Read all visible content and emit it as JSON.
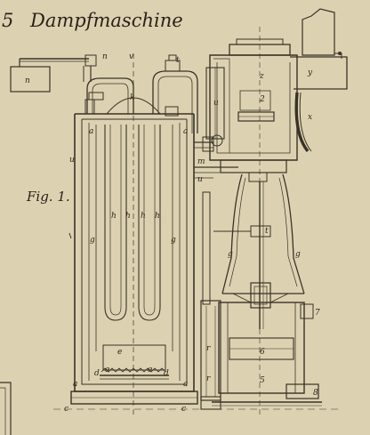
{
  "title_prefix": "5",
  "title": "Dampfmaschine",
  "figure_label": "Fig. 1.",
  "labels": {
    "n": "n",
    "v": "v",
    "t": "t",
    "k": "k",
    "z": "z",
    "y": "y",
    "a": "a",
    "u": "u",
    "g": "g",
    "h": "h",
    "m": "m",
    "c": "c",
    "d": "d",
    "e": "e",
    "x": "x",
    "t_lower": "t",
    "r": "r",
    "n7": "7",
    "n6": "6",
    "n5": "5",
    "n8": "8",
    "n2": "2"
  },
  "colors": {
    "paper": "#dcd2b2",
    "ink": "#3a3226"
  }
}
